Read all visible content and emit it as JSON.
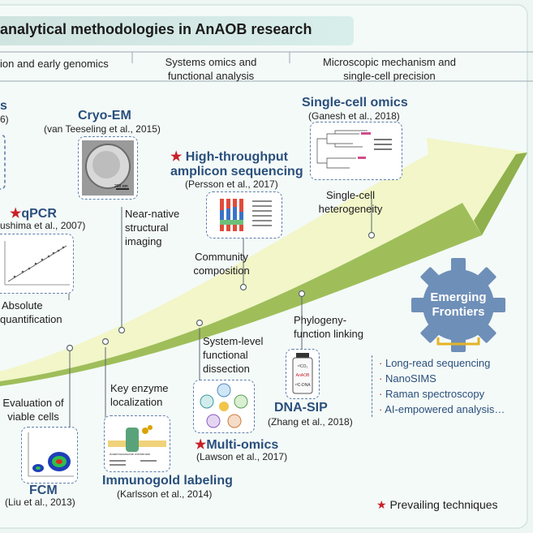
{
  "title": "analytical methodologies in AnAOB research",
  "phases": {
    "p1": "ion and early genomics",
    "p2_line1": "Systems omics and",
    "p2_line2": "functional analysis",
    "p3_line1": "Microscopic mechanism and",
    "p3_line2": "single-cell precision"
  },
  "left_edge": {
    "partial_title": "s",
    "partial_cite": "6)"
  },
  "methods": {
    "cryo_em": {
      "name": "Cryo-EM",
      "cite": "(van Teeseling et al., 2015)",
      "scale_label": "200 nm",
      "desc": [
        "Near-native",
        "structural",
        "imaging"
      ]
    },
    "qpcr": {
      "star": "★",
      "name": "qPCR",
      "cite": "ushima et al., 2007)",
      "desc": [
        "Absolute",
        "quantification"
      ]
    },
    "high_throughput": {
      "star": "★",
      "name_line1": "High-throughput",
      "name_line2": "amplicon sequencing",
      "cite": "(Persson et al., 2017)",
      "desc": [
        "Community",
        "composition"
      ]
    },
    "single_cell": {
      "name": "Single-cell omics",
      "cite": "(Ganesh et al., 2018)",
      "desc": [
        "Single-cell",
        "heterogeneity"
      ]
    },
    "fcm": {
      "name": "FCM",
      "cite": "(Liu et al., 2013)",
      "desc": [
        "Evaluation of",
        "viable cells"
      ]
    },
    "immunogold": {
      "name": "Immunogold labeling",
      "cite": "(Karlsson et al., 2014)",
      "desc": [
        "Key enzyme",
        "localization"
      ],
      "figure_label": "Anammoxosome membrane"
    },
    "multi_omics": {
      "star": "★",
      "name": "Multi-omics",
      "cite": "(Lawson et al., 2017)",
      "desc": [
        "System-level",
        "functional",
        "dissection"
      ]
    },
    "dna_sip": {
      "name": "DNA-SIP",
      "cite": "(Zhang et al., 2018)",
      "desc": [
        "Phylogeny-",
        "function linking"
      ],
      "vial_label_1": "¹³CO₂",
      "vial_label_2": "AnAOB",
      "vial_label_3": "¹³C-DNA"
    }
  },
  "emerging": {
    "title_line1": "Emerging",
    "title_line2": "Frontiers",
    "items": [
      "Long-read sequencing",
      "NanoSIMS",
      "Raman spectroscopy",
      "AI-empowered analysis…"
    ],
    "bullet": "·"
  },
  "legend": {
    "star": "★",
    "label": "Prevailing techniques"
  },
  "colors": {
    "arrow_light": "#f2f6c8",
    "arrow_dark": "#9fbe5a",
    "gear": "#6e8fb8",
    "title_blue": "#2a4f7c",
    "star_red": "#c8202a",
    "dash_blue": "#5f7faa"
  }
}
